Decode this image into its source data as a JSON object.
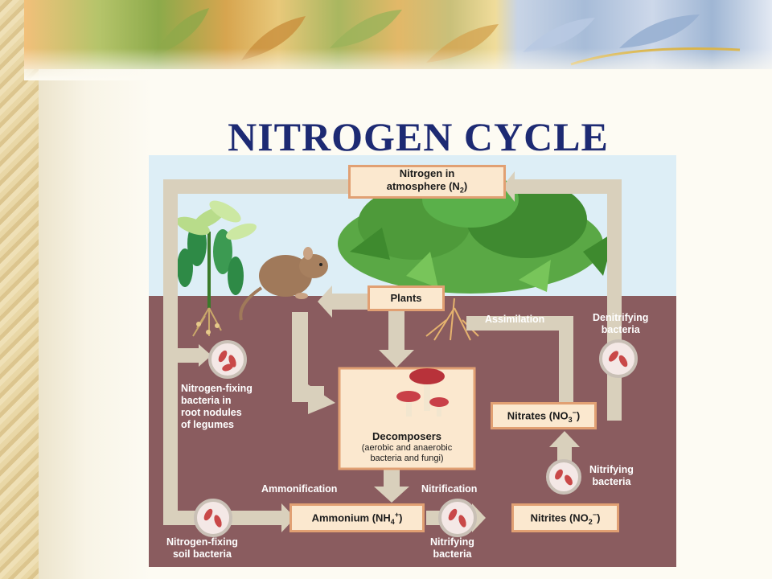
{
  "slide": {
    "title": "NITROGEN CYCLE"
  },
  "diagram": {
    "boxes": {
      "nitrogen_atmosphere_line1": "Nitrogen in",
      "nitrogen_atmosphere_line2": "atmosphere (N",
      "nitrogen_atmosphere_sub": "2",
      "plants": "Plants",
      "decomposers_title": "Decomposers",
      "decomposers_line1": "(aerobic and anaerobic",
      "decomposers_line2": "bacteria and fungi)",
      "nitrates_pre": "Nitrates (NO",
      "nitrates_sub": "3",
      "nitrates_sup": "−",
      "ammonium_pre": "Ammonium (NH",
      "ammonium_sub": "4",
      "ammonium_sup": "+",
      "nitrites_pre": "Nitrites (NO",
      "nitrites_sub": "2",
      "nitrites_sup": "−"
    },
    "labels": {
      "assimilation": "Assimilation",
      "denitrifying_line1": "Denitrifying",
      "denitrifying_line2": "bacteria",
      "nfix_roots_line1": "Nitrogen-fixing",
      "nfix_roots_line2": "bacteria in",
      "nfix_roots_line3": "root nodules",
      "nfix_roots_line4": "of legumes",
      "nitrifying_right_line1": "Nitrifying",
      "nitrifying_right_line2": "bacteria",
      "ammonification": "Ammonification",
      "nitrification": "Nitrification",
      "nfix_soil_line1": "Nitrogen-fixing",
      "nfix_soil_line2": "soil bacteria",
      "nitrifying_bottom_line1": "Nitrifying",
      "nitrifying_bottom_line2": "bacteria"
    },
    "colors": {
      "sky": "#ddeef6",
      "soil": "#8a5c5f",
      "arrow": "#d9d0bc",
      "box_fill": "#fbe8cf",
      "box_border": "#e1a073",
      "title": "#1d2a73"
    }
  }
}
